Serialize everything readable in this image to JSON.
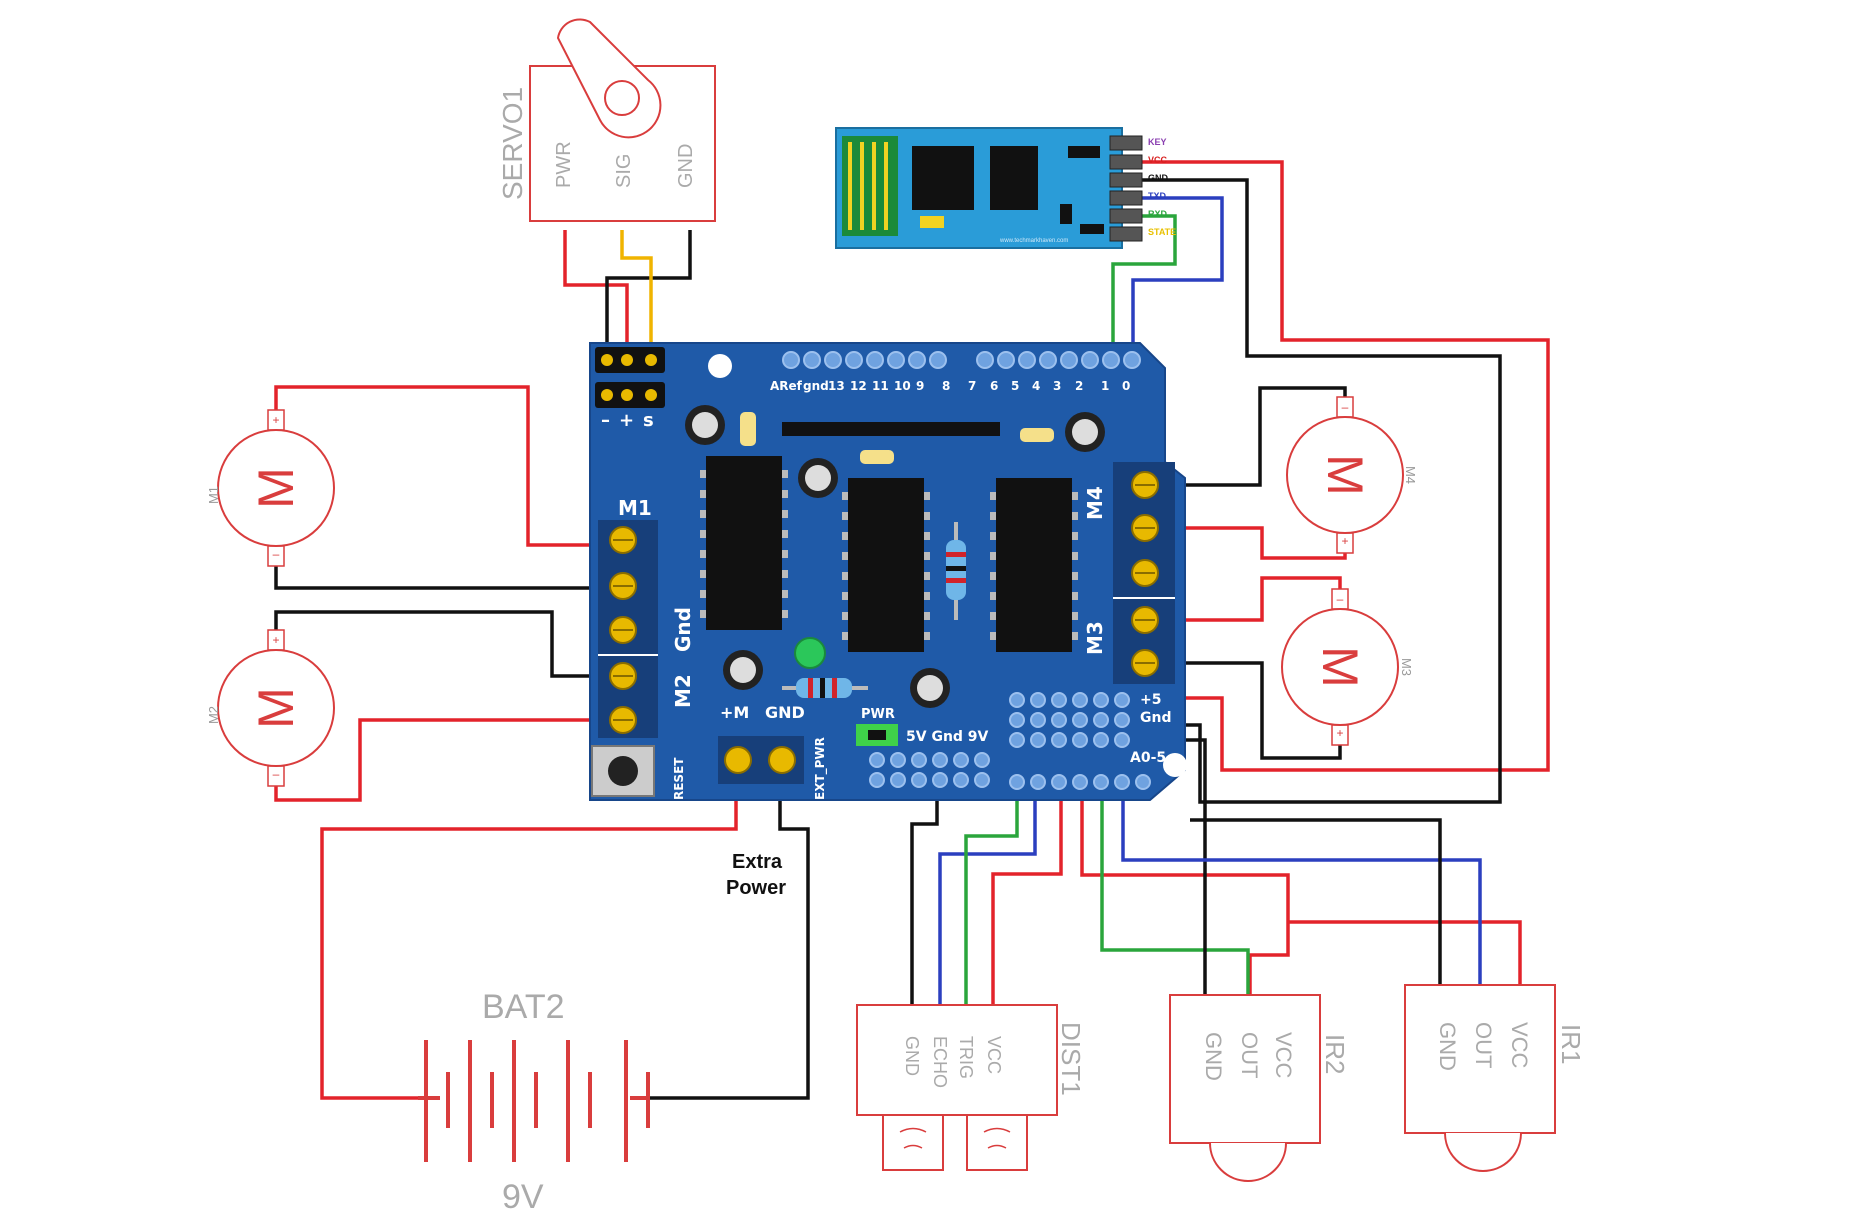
{
  "servo": {
    "name": "SERVO1",
    "pins": [
      "PWR",
      "SIG",
      "GND"
    ]
  },
  "bluetooth": {
    "pins": [
      "KEY",
      "VCC",
      "GND",
      "TXD",
      "RXD",
      "STATE"
    ],
    "tiny_text": "www.techmarkhaven.com"
  },
  "shield": {
    "servo_header_labels": [
      "–",
      "+",
      "s"
    ],
    "digital_labels": [
      "ARef",
      "gnd",
      "13",
      "12",
      "11",
      "10",
      "9",
      "8",
      "7",
      "6",
      "5",
      "4",
      "3",
      "2",
      "1",
      "0"
    ],
    "m1": "M1",
    "m2": "M2",
    "m3": "M3",
    "m4": "M4",
    "gnd": "Gnd",
    "plus_m": "+M",
    "gnd_terminal": "GND",
    "pwr": "PWR",
    "power_header": "5V Gnd 9V",
    "plus5": "+5",
    "gnd_right": "Gnd",
    "analog": "A0-5",
    "reset": "RESET",
    "ext_pwr": "EXT_PWR"
  },
  "motors": [
    {
      "name": "M1",
      "plus": "+",
      "minus": "–"
    },
    {
      "name": "M2",
      "plus": "+",
      "minus": "–"
    },
    {
      "name": "M3",
      "plus": "+",
      "minus": "–"
    },
    {
      "name": "M4",
      "plus": "+",
      "minus": "–"
    }
  ],
  "motor_glyph": "M",
  "extra_power": {
    "line1": "Extra",
    "line2": "Power"
  },
  "battery": {
    "name": "BAT2",
    "voltage": "9V"
  },
  "dist": {
    "name": "DIST1",
    "pins": [
      "VCC",
      "TRIG",
      "ECHO",
      "GND"
    ]
  },
  "ir2": {
    "name": "IR2",
    "pins": [
      "VCC",
      "OUT",
      "GND"
    ]
  },
  "ir1": {
    "name": "IR1",
    "pins": [
      "VCC",
      "OUT",
      "GND"
    ]
  },
  "colors": {
    "wire_red": "#e3232b",
    "wire_black": "#111111",
    "wire_yellow": "#f0b400",
    "wire_green": "#2aa53c",
    "wire_blue": "#2b3fbf",
    "board": "#1f5aa8",
    "outline_red": "#d93d3d"
  }
}
